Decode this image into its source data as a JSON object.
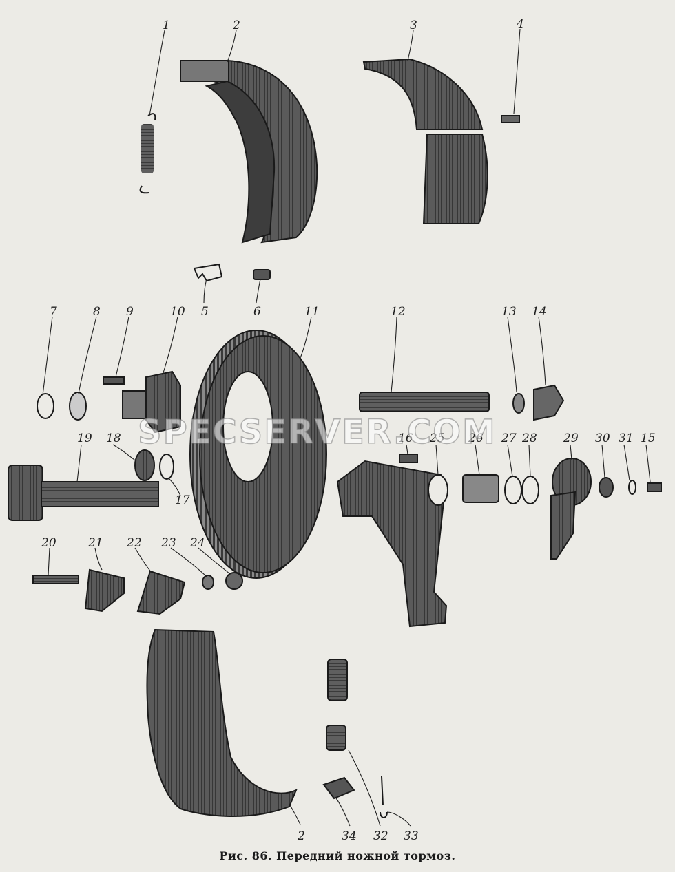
{
  "caption": "Рис. 86. Передний ножной тормоз.",
  "watermark": "SPECSERVER.COM",
  "parts": [
    "1",
    "2",
    "3",
    "4",
    "5",
    "6",
    "7",
    "8",
    "9",
    "10",
    "11",
    "12",
    "13",
    "14",
    "19",
    "18",
    "17",
    "16",
    "25",
    "26",
    "27",
    "28",
    "29",
    "30",
    "31",
    "15",
    "20",
    "21",
    "22",
    "23",
    "24",
    "2",
    "34",
    "32",
    "33"
  ],
  "colors": {
    "ink": "#1a1a1a",
    "paper": "#ecebe6",
    "shade": "#4a4a4a"
  }
}
